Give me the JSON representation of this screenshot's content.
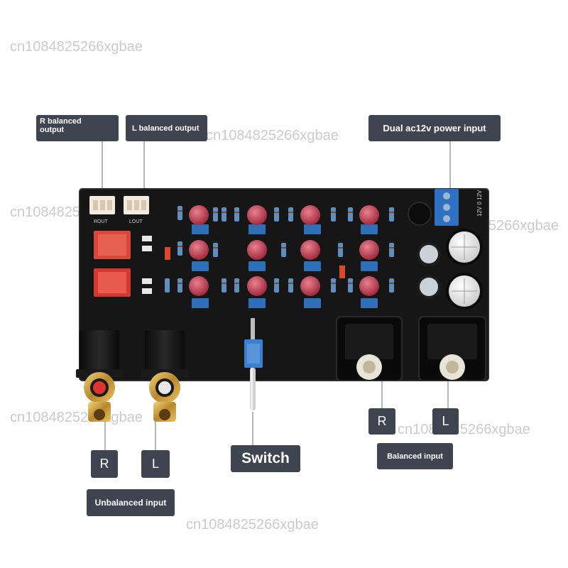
{
  "watermark": "cn1084825266xgbae",
  "labels": {
    "r_balanced_output": "R balanced\noutput",
    "l_balanced_output": "L balanced output",
    "power_input": "Dual ac12v power input",
    "unbalanced_r": "R",
    "unbalanced_l": "L",
    "unbalanced_input": "Unbalanced input",
    "switch": "Switch",
    "balanced_r": "R",
    "balanced_l": "L",
    "balanced_input": "Balanced input"
  },
  "board_markings": {
    "rout": "ROUT",
    "lout": "LOUT",
    "terminal": "12V 0 12V"
  },
  "colors": {
    "callout_bg": "#3e4550",
    "board": "#141414",
    "capacitor": "#b4304a",
    "trimmer": "#2f6fb8",
    "relay": "#e0342e"
  }
}
